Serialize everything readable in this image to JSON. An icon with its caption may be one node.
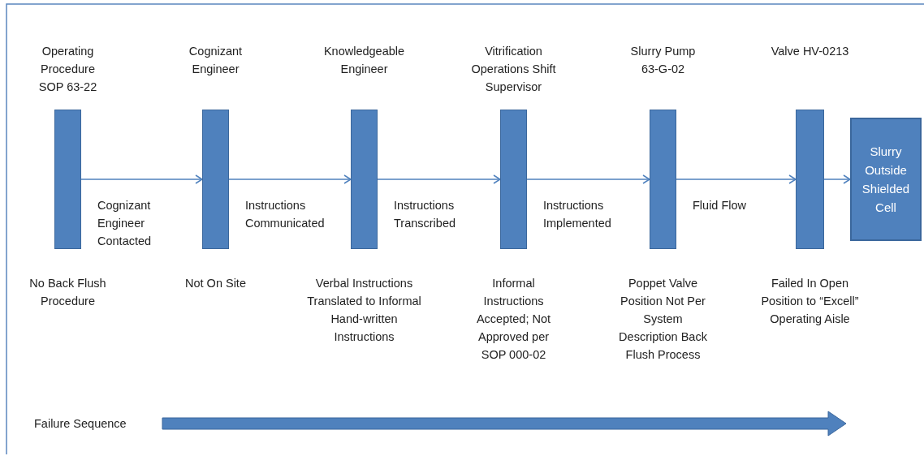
{
  "diagram": {
    "nodes": [
      {
        "text": [
          "Operating Procedure SOP 63-22"
        ],
        "beside": [
          "No Back Flush Procedure"
        ]
      },
      {
        "text": [
          "Cognizant Engineer"
        ],
        "beside": [
          "Not On Site"
        ]
      },
      {
        "text": [
          "Knowledgeable Engineer"
        ],
        "beside": [
          "Verbal Instructions Translated to Informal Hand-written Instructions"
        ]
      },
      {
        "text": [
          "Vitrification Operations Shift Supervisor"
        ],
        "beside": [
          "Informal Instructions Accepted; Not Approved per SOP 000-02"
        ]
      },
      {
        "text": [
          "Slurry Pump 63-G-02"
        ],
        "beside": [
          "Poppet Valve Position Not Per System Description Back Flush Process"
        ]
      },
      {
        "text": [
          "Valve HV-0213"
        ],
        "beside": [
          "Failed In Open Position to “Excell” Operating Aisle"
        ]
      },
      {
        "text": [
          "Slurry Outside Shielded Cell"
        ]
      }
    ],
    "edges": [
      {
        "from": 0,
        "to": 1,
        "arrow": "to",
        "label": "Cognizant Engineer Contacted"
      },
      {
        "from": 1,
        "to": 2,
        "arrow": "to",
        "label": "Instructions Communicated"
      },
      {
        "from": 2,
        "to": 3,
        "arrow": "to",
        "label": "Instructions Transcribed"
      },
      {
        "from": 3,
        "to": 4,
        "arrow": "to",
        "label": "Instructions Implemented"
      },
      {
        "from": 4,
        "to": 5,
        "arrow": "to",
        "label": "Fluid Flow"
      },
      {
        "from": 5,
        "to": 6,
        "arrow": "to"
      }
    ],
    "labels": [
      "Failure Sequence"
    ]
  }
}
